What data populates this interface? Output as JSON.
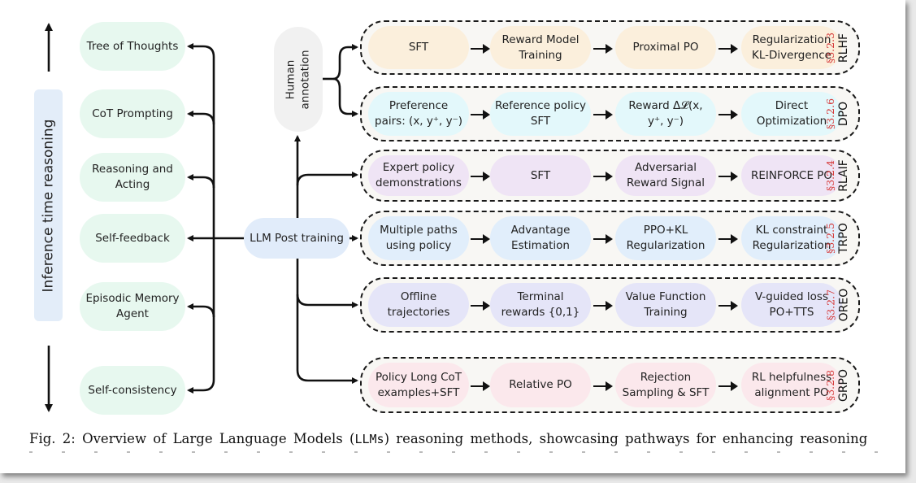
{
  "figure": {
    "caption_prefix": "Fig. 2: Overview of Large Language Models (",
    "caption_mono": "LLMs",
    "caption_suffix": ") reasoning methods, showcasing pathways for enhancing reasoning"
  },
  "inference": {
    "axis_label": "Inference time reasoning",
    "methods": [
      "Tree of Thoughts",
      "CoT Prompting",
      "Reasoning and Acting",
      "Self-feedback",
      "Episodic Memory Agent",
      "Self-consistency"
    ]
  },
  "center": {
    "hub_label": "LLM Post training",
    "human_annotation": "Human annotation"
  },
  "pipelines": [
    {
      "section": "§3.2.3",
      "name": "RLHF",
      "color": "#fbefdc",
      "steps": [
        "SFT",
        "Reward Model Training",
        "Proximal PO",
        "Regularization KL-Divergence"
      ]
    },
    {
      "section": "§3.2.6",
      "name": "DPO",
      "color": "#e3f8fb",
      "steps": [
        "Preference pairs: (x, y⁺, y⁻)",
        "Reference policy SFT",
        "Reward Δ𝓛(x, y⁺, y⁻)",
        "Direct Optimization"
      ]
    },
    {
      "section": "§3.2.4",
      "name": "RLAIF",
      "color": "#efe4f5",
      "steps": [
        "Expert policy demonstrations",
        "SFT",
        "Adversarial Reward Signal",
        "REINFORCE PO"
      ]
    },
    {
      "section": "§3.2.5",
      "name": "TRPO",
      "color": "#e1eefb",
      "steps": [
        "Multiple paths using policy",
        "Advantage Estimation",
        "PPO+KL Regularization",
        "KL constraint Regularization"
      ]
    },
    {
      "section": "§3.2.7",
      "name": "OREO",
      "color": "#e5e5f8",
      "steps": [
        "Offline trajectories",
        "Terminal rewards {0,1}",
        "Value Function Training",
        "V-guided loss PO+TTS"
      ]
    },
    {
      "section": "§3.2.8",
      "name": "GRPO",
      "color": "#fbe8ec",
      "steps": [
        "Policy Long CoT examples+SFT",
        "Relative PO",
        "Rejection Sampling & SFT",
        "RL helpfulness alignment PO"
      ]
    }
  ]
}
